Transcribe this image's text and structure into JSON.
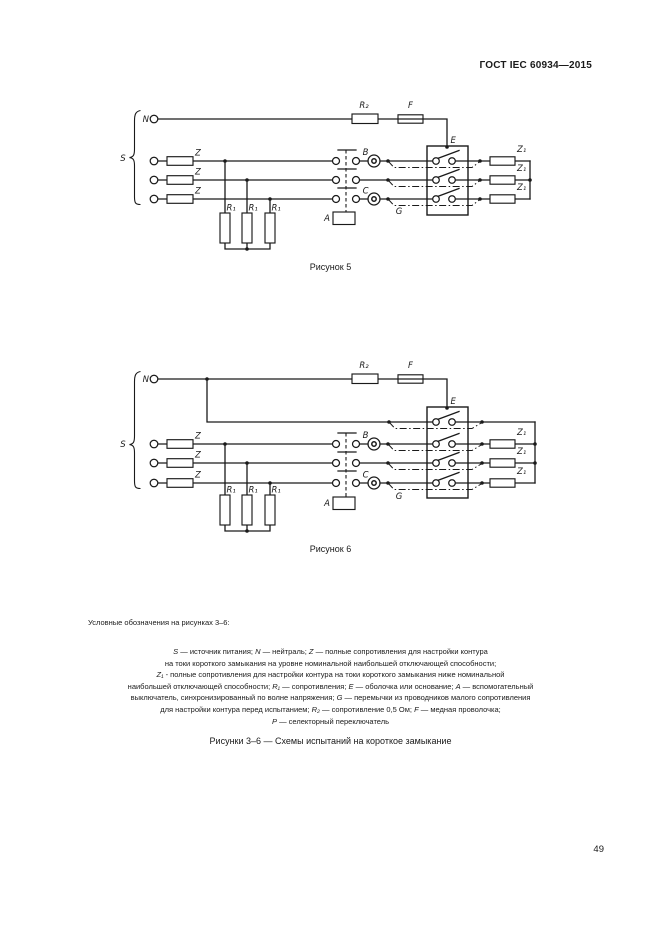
{
  "header": {
    "title": "ГОСТ IEC 60934—2015"
  },
  "symbols": {
    "N": "N",
    "S": "S",
    "Z": "Z",
    "Z1": "Z₁",
    "R1": "R₁",
    "R2": "R₂",
    "F": "F",
    "E": "E",
    "A": "A",
    "B": "B",
    "C": "C",
    "G": "G"
  },
  "figure5": {
    "caption": "Рисунок 5"
  },
  "figure6": {
    "caption": "Рисунок 6"
  },
  "legend": {
    "intro": "Условные обозначения на рисунках 3–6:",
    "lines": [
      "S — источник питания; N — нейтраль; Z — полные сопротивления для настройки контура",
      "на токи короткого замыкания на уровне номинальной наибольшей отключающей способности;",
      "Z₁ - полные сопротивления для настройки контура на токи короткого замыкания ниже номинальной",
      "наибольшей отключающей способности; R₁ — сопротивления; E — оболочка или основание; A — вспомогательный",
      "выключатель, синхронизированный по волне напряжения; G — перемычки из проводников малого сопротивления",
      "для настройки контура перед испытанием; R₂ — сопротивление 0,5 Ом; F — медная проволочка;",
      "P — селекторный переключатель"
    ]
  },
  "figures_title": "Рисунки 3–6 — Схемы испытаний на короткое замыкание",
  "footer": {
    "page_number": "49"
  }
}
